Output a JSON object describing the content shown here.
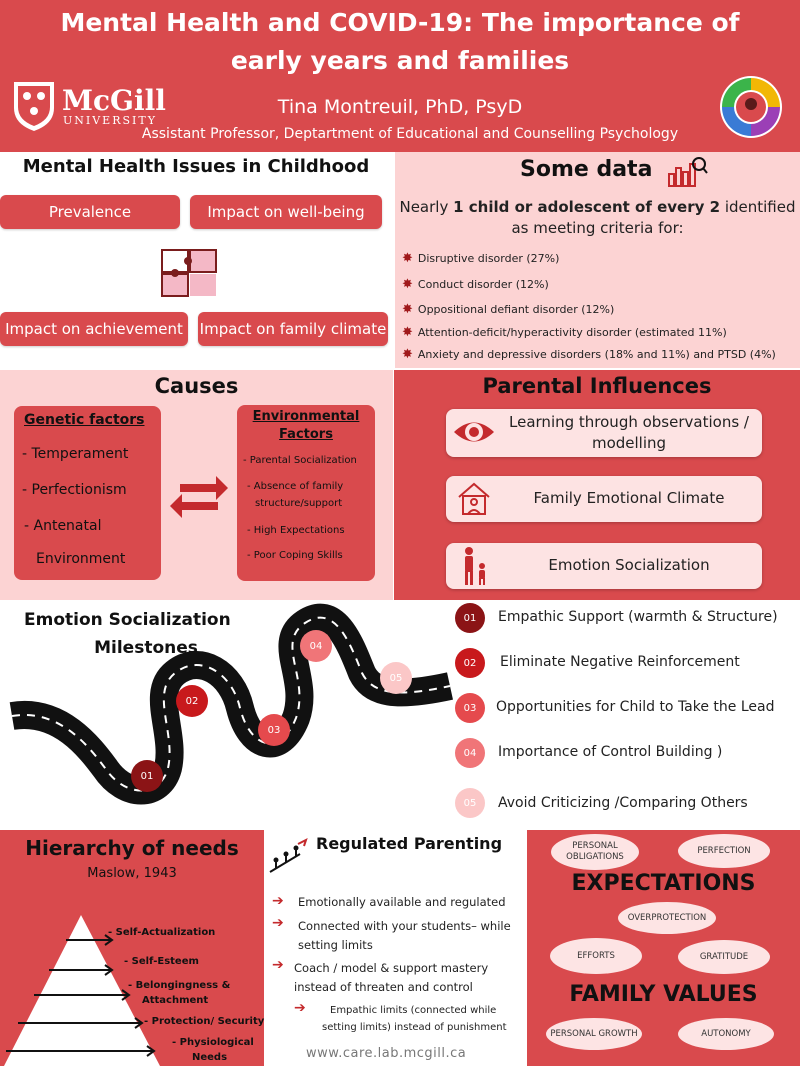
{
  "header": {
    "title_line1": "Mental Health and COVID-19: The importance of",
    "title_line2": "early years and families",
    "author": "Tina Montreuil, PhD, PsyD",
    "position": "Assistant Professor, Deptartment of Educational and Counselling Psychology",
    "logo_name": "McGill",
    "logo_sub": "UNIVERSITY"
  },
  "issues": {
    "title": "Mental Health Issues in Childhood",
    "items": [
      "Prevalence",
      "Impact on well-being",
      "Impact on achievement",
      "Impact on family climate"
    ]
  },
  "data": {
    "title": "Some data",
    "intro_pre": "Nearly ",
    "intro_bold": "1 child or adolescent of every 2",
    "intro_post": " identified",
    "intro_line2": "as meeting criteria for:",
    "items": [
      "Disruptive disorder (27%)",
      "Conduct disorder (12%)",
      "Oppositional defiant disorder (12%)",
      "Attention-deficit/hyperactivity disorder (estimated 11%)",
      "Anxiety and depressive disorders (18% and 11%) and PTSD (4%)"
    ]
  },
  "causes": {
    "title": "Causes",
    "genetic_title": "Genetic factors ",
    "genetic_items": [
      "- Temperament",
      "- Perfectionism",
      "- Antenatal",
      "Environment"
    ],
    "env_title_1": "Environmental",
    "env_title_2": "Factors ",
    "env_items": [
      "- Parental Socialization",
      "- Absence of family",
      "structure/support",
      "- High Expectations",
      "- Poor Coping Skills"
    ]
  },
  "parental": {
    "title": "Parental Influences",
    "items": [
      "Learning through observations /",
      "modelling",
      "Family Emotional Climate",
      "Emotion Socialization"
    ]
  },
  "milestones": {
    "title_1": "Emotion Socialization",
    "title_2": "Milestones",
    "numbers": [
      "01",
      "02",
      "03",
      "04",
      "05"
    ],
    "items": [
      "Empathic Support (warmth & Structure)",
      "Eliminate Negative Reinforcement",
      "Opportunities for Child to Take the Lead",
      "Importance of Control Building )",
      "Avoid Criticizing /Comparing Others"
    ],
    "colors": [
      "#8b1416",
      "#c8191c",
      "#e54a4d",
      "#f07578",
      "#fbc7c7"
    ]
  },
  "hierarchy": {
    "title": "Hierarchy of needs",
    "subtitle": "Maslow, 1943",
    "levels": [
      "- Self-Actualization",
      "- Self-Esteem",
      "- Belongingness &",
      "Attachment",
      "- Protection/ Security",
      "- Physiological",
      "Needs"
    ]
  },
  "regulated": {
    "title": "Regulated Parenting",
    "items": [
      "Emotionally available and regulated",
      "Connected with your students– while",
      "setting limits",
      "Coach / model & support mastery",
      "instead of threaten and control",
      "Empathic limits (connected while",
      "setting limits) instead of punishment"
    ],
    "url": "www.care.lab.mcgill.ca"
  },
  "expectations": {
    "heading1": "EXPECTATIONS",
    "heading2": "FAMILY VALUES",
    "ellipses": [
      "PERSONAL",
      "OBLIGATIONS",
      "PERFECTION",
      "OVERPROTECTION",
      "EFFORTS",
      "GRATITUDE",
      "PERSONAL GROWTH",
      "AUTONOMY"
    ]
  }
}
